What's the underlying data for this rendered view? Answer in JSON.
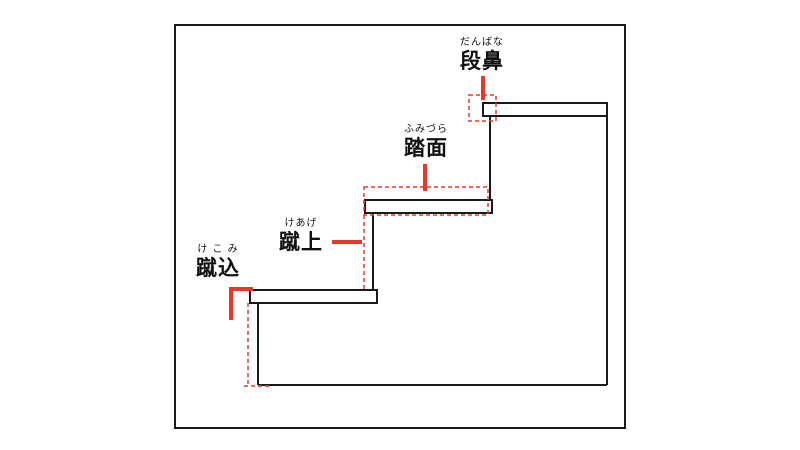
{
  "labels": [
    {
      "kana": "だんばな",
      "kanji": "段鼻"
    },
    {
      "kana": "ふみづら",
      "kanji": "踏面"
    },
    {
      "kana": "けあげ",
      "kanji": "蹴上"
    },
    {
      "kana": "け こ み",
      "kanji": "蹴込"
    }
  ],
  "colors": {
    "line": "#1a1a1a",
    "accent": "#e8382b",
    "background": "#ffffff"
  }
}
